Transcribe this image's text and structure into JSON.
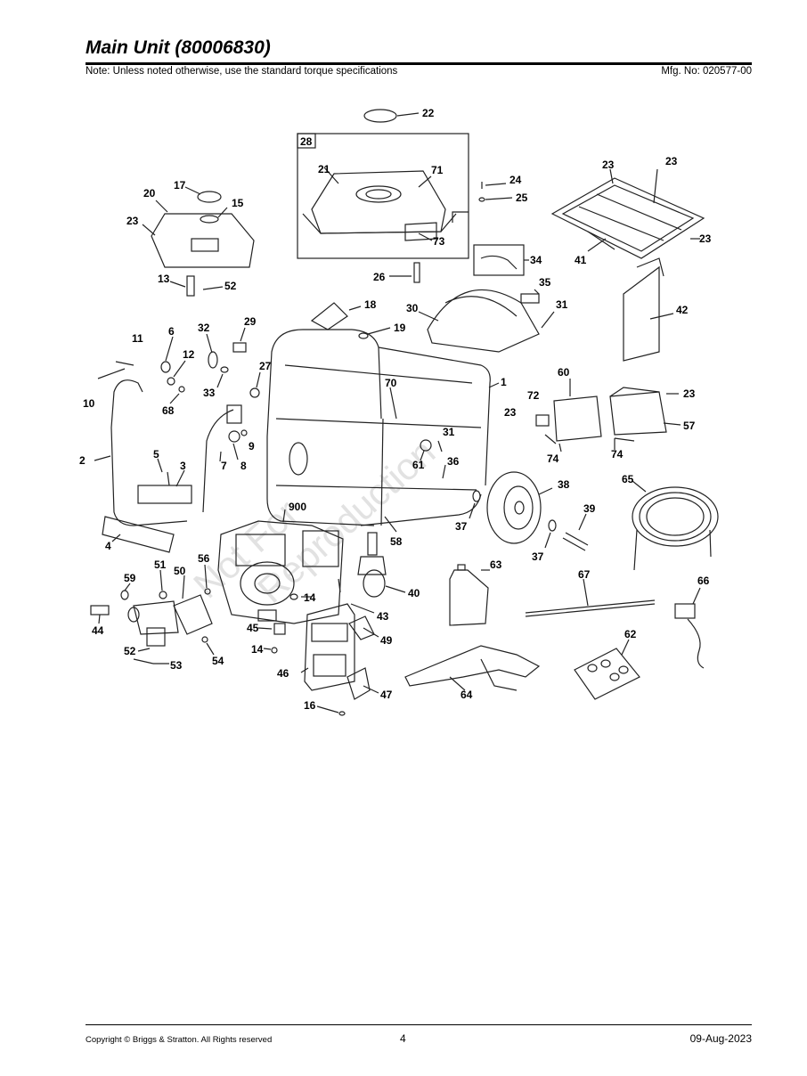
{
  "header": {
    "title": "Main Unit (80006830)",
    "note": "Note: Unless noted otherwise, use the standard torque specifications",
    "mfg_number": "Mfg. No: 020577-00"
  },
  "watermark": [
    "Not For",
    "Reproduction"
  ],
  "diagram": {
    "labels": {
      "p22": "22",
      "p28": "28",
      "p21": "21",
      "p71": "71",
      "p73": "73",
      "p24": "24",
      "p25": "25",
      "p23a": "23",
      "p23b": "23",
      "p23c": "23",
      "p41": "41",
      "p17": "17",
      "p20": "20",
      "p15": "15",
      "p23d": "23",
      "p13": "13",
      "p52a": "52",
      "p26": "26",
      "p34": "34",
      "p35": "35",
      "p31a": "31",
      "p30": "30",
      "p18": "18",
      "p19": "19",
      "p42": "42",
      "p11": "11",
      "p6": "6",
      "p32": "32",
      "p29": "29",
      "p12": "12",
      "p27": "27",
      "p10": "10",
      "p68": "68",
      "p33": "33",
      "p70": "70",
      "p1": "1",
      "p60": "60",
      "p23e": "23",
      "p72": "72",
      "p23f": "23",
      "p57": "57",
      "p74a": "74",
      "p74b": "74",
      "p9": "9",
      "p8": "8",
      "p7": "7",
      "p5": "5",
      "p3": "3",
      "p2": "2",
      "p31b": "31",
      "p61": "61",
      "p36": "36",
      "p38": "38",
      "p65": "65",
      "p900": "900",
      "p37a": "37",
      "p39": "39",
      "p37b": "37",
      "p4": "4",
      "p58": "58",
      "p51": "51",
      "p56": "56",
      "p50": "50",
      "p59": "59",
      "p63": "63",
      "p67": "67",
      "p66": "66",
      "p14a": "14",
      "p40": "40",
      "p44": "44",
      "p43": "43",
      "p45": "45",
      "p49": "49",
      "p52b": "52",
      "p14b": "14",
      "p53": "53",
      "p54": "54",
      "p62": "62",
      "p46": "46",
      "p64": "64",
      "p47": "47",
      "p16": "16"
    }
  },
  "footer": {
    "copyright": "Copyright ©  Briggs & Stratton. All Rights reserved",
    "page": "4",
    "date": "09-Aug-2023"
  }
}
